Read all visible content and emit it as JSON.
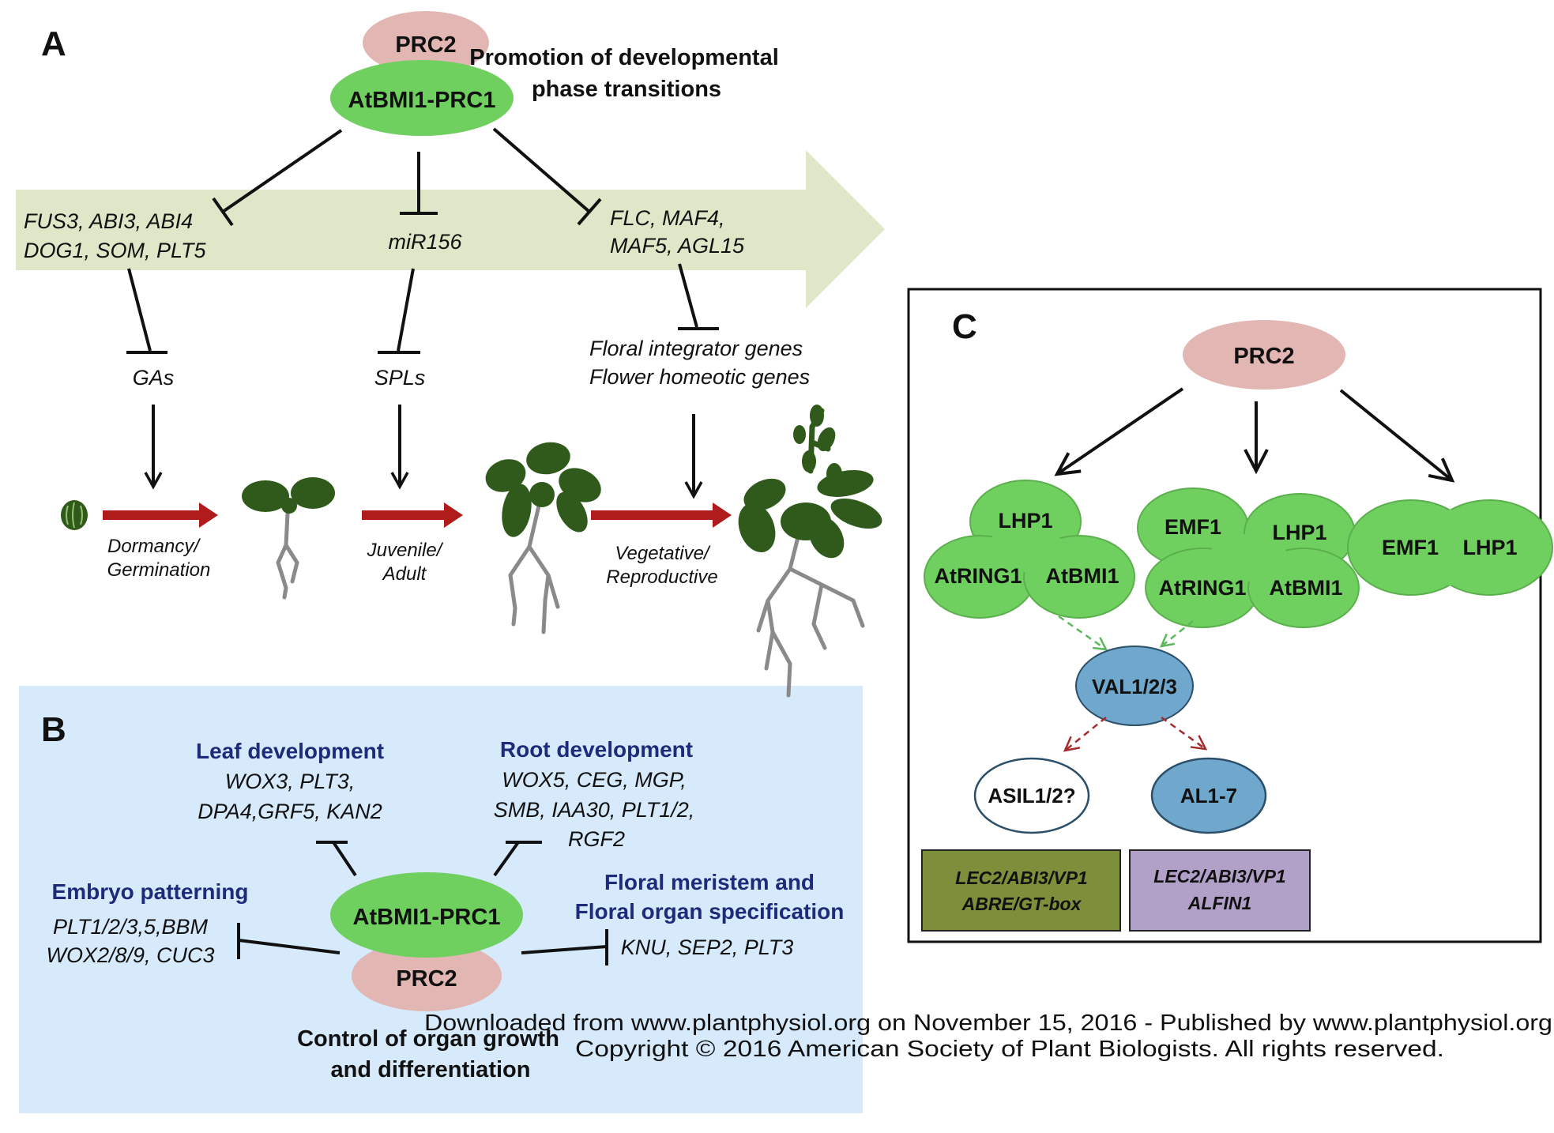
{
  "panel_a": {
    "label": "A",
    "prc2": "PRC2",
    "atbmi1_prc1": "AtBMI1-PRC1",
    "heading_line1": "Promotion of developmental",
    "heading_line2": "phase transitions",
    "targets_left_line1": "FUS3, ABI3, ABI4",
    "targets_left_line2": "DOG1, SOM, PLT5",
    "targets_mid": "miR156",
    "targets_right_line1": "FLC, MAF4,",
    "targets_right_line2": "MAF5, AGL15",
    "downstream_left": "GAs",
    "downstream_mid": "SPLs",
    "downstream_right_line1": "Floral integrator genes",
    "downstream_right_line2": "Flower  homeotic genes",
    "transition_1_line1": "Dormancy/",
    "transition_1_line2": "Germination",
    "transition_2_line1": "Juvenile/",
    "transition_2_line2": "Adult",
    "transition_3_line1": "Vegetative/",
    "transition_3_line2": "Reproductive",
    "colors": {
      "band": "#dfe7c9",
      "prc2": "#e2b6b3",
      "prc1": "#6fcf5f",
      "red_arrow": "#b01c1c",
      "plant": "#2f5a1c"
    }
  },
  "panel_b": {
    "label": "B",
    "atbmi1_prc1": "AtBMI1-PRC1",
    "prc2": "PRC2",
    "leaf_title": "Leaf development",
    "leaf_line1": "WOX3, PLT3,",
    "leaf_line2": "DPA4,GRF5, KAN2",
    "root_title": "Root development",
    "root_line1": "WOX5, CEG, MGP,",
    "root_line2": "SMB, IAA30, PLT1/2,",
    "root_line3": "RGF2",
    "embryo_title": "Embryo patterning",
    "embryo_line1": "PLT1/2/3,5,BBM",
    "embryo_line2": "WOX2/8/9, CUC3",
    "floral_title_line1": "Floral meristem and",
    "floral_title_line2": "Floral organ specification",
    "floral_line1": "KNU, SEP2, PLT3",
    "footer_line1": "Control of organ growth",
    "footer_line2": "and differentiation",
    "colors": {
      "background": "#d6eafb"
    }
  },
  "panel_c": {
    "label": "C",
    "prc2": "PRC2",
    "complex1": {
      "top": "LHP1",
      "left": "AtRING1",
      "right": "AtBMI1"
    },
    "complex2": {
      "top_left": "EMF1",
      "top_right": "LHP1",
      "left": "AtRING1",
      "right": "AtBMI1"
    },
    "complex3": {
      "left": "EMF1",
      "right": "LHP1"
    },
    "val": "VAL1/2/3",
    "asil": "ASIL1/2?",
    "al": "AL1-7",
    "box1_line1": "LEC2/ABI3/VP1",
    "box1_line2": "ABRE/GT-box",
    "box2_line1": "LEC2/ABI3/VP1",
    "box2_line2": "ALFIN1",
    "colors": {
      "val": "#6fa8cc",
      "box1": "#7d8f3a",
      "box2": "#b1a1c8"
    }
  },
  "credit": {
    "line1": "Downloaded from www.plantphysiol.org on November 15, 2016 - Published by www.plantphysiol.org",
    "line2": "Copyright © 2016 American Society of Plant Biologists. All rights reserved."
  }
}
